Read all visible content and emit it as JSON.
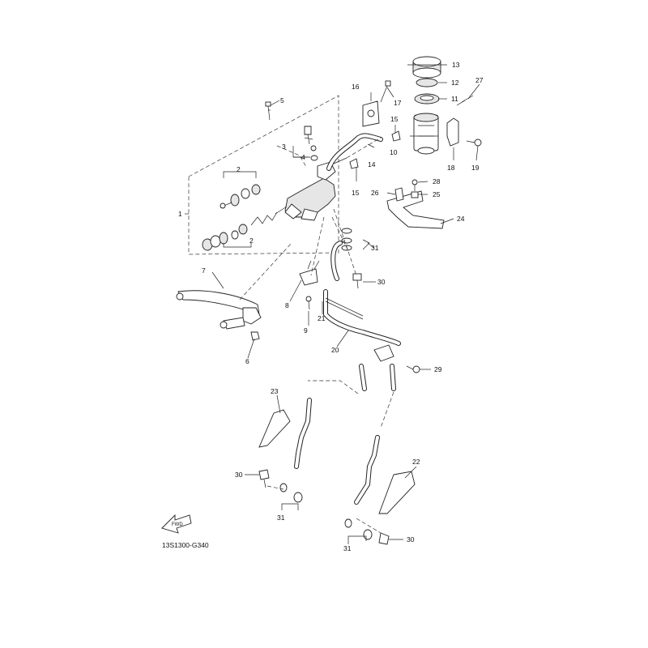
{
  "diagram": {
    "code": "13S1300-G340",
    "fwd_label": "FWD",
    "callouts": [
      {
        "id": "c1",
        "text": "1"
      },
      {
        "id": "c2a",
        "text": "2"
      },
      {
        "id": "c2b",
        "text": "2"
      },
      {
        "id": "c3",
        "text": "3"
      },
      {
        "id": "c4",
        "text": "4"
      },
      {
        "id": "c5",
        "text": "5"
      },
      {
        "id": "c6",
        "text": "6"
      },
      {
        "id": "c7",
        "text": "7"
      },
      {
        "id": "c8",
        "text": "8"
      },
      {
        "id": "c9",
        "text": "9"
      },
      {
        "id": "c10",
        "text": "10"
      },
      {
        "id": "c11",
        "text": "11"
      },
      {
        "id": "c12",
        "text": "12"
      },
      {
        "id": "c13",
        "text": "13"
      },
      {
        "id": "c14",
        "text": "14"
      },
      {
        "id": "c15a",
        "text": "15"
      },
      {
        "id": "c15b",
        "text": "15"
      },
      {
        "id": "c16",
        "text": "16"
      },
      {
        "id": "c17",
        "text": "17"
      },
      {
        "id": "c18",
        "text": "18"
      },
      {
        "id": "c19",
        "text": "19"
      },
      {
        "id": "c20",
        "text": "20"
      },
      {
        "id": "c21",
        "text": "21"
      },
      {
        "id": "c22",
        "text": "22"
      },
      {
        "id": "c23",
        "text": "23"
      },
      {
        "id": "c24",
        "text": "24"
      },
      {
        "id": "c25",
        "text": "25"
      },
      {
        "id": "c26",
        "text": "26"
      },
      {
        "id": "c27",
        "text": "27"
      },
      {
        "id": "c28",
        "text": "28"
      },
      {
        "id": "c29",
        "text": "29"
      },
      {
        "id": "c30a",
        "text": "30"
      },
      {
        "id": "c30b",
        "text": "30"
      },
      {
        "id": "c30c",
        "text": "30"
      },
      {
        "id": "c31a",
        "text": "31"
      },
      {
        "id": "c31b",
        "text": "31"
      },
      {
        "id": "c31c",
        "text": "31"
      }
    ]
  }
}
